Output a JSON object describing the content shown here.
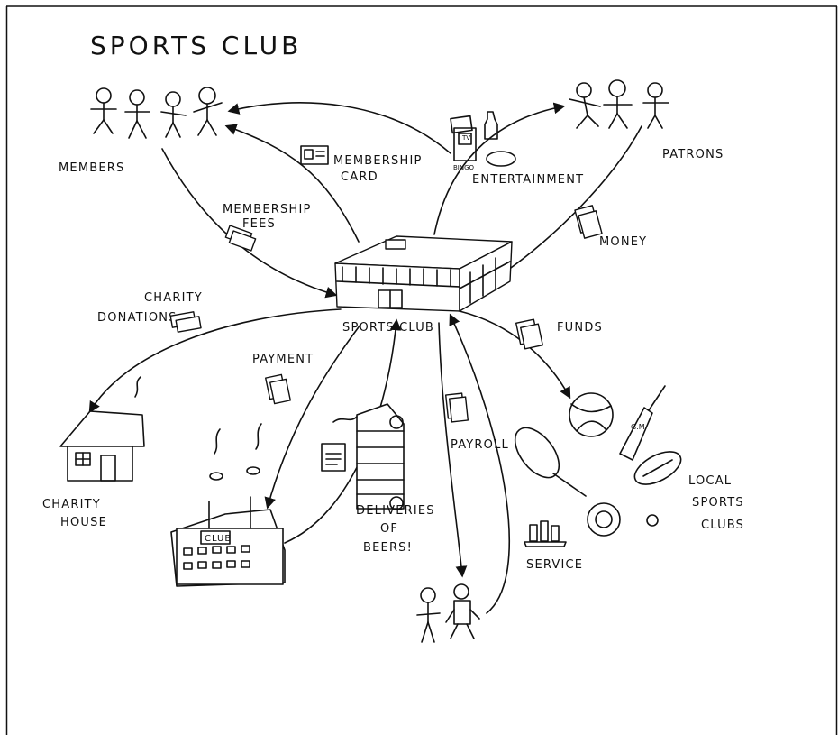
{
  "title": "SPORTS CLUB",
  "nodes": {
    "center": "SPORTS CLUB",
    "members": "MEMBERS",
    "patrons": "PATRONS",
    "charity_house": [
      "CHARITY",
      "HOUSE"
    ],
    "local_sports_clubs": [
      "LOCAL",
      "SPORTS",
      "CLUBS"
    ],
    "brewery_sign": "CLUB",
    "deliveries": [
      "DELIVERIES",
      "OF",
      "BEERS!"
    ]
  },
  "flows": {
    "membership_card": [
      "MEMBERSHIP",
      "CARD"
    ],
    "membership_fees": [
      "MEMBERSHIP",
      "FEES"
    ],
    "entertainment": "ENTERTAINMENT",
    "money": "MONEY",
    "charity_donations": [
      "CHARITY",
      "DONATIONS"
    ],
    "payment": "PAYMENT",
    "payroll": "PAYROLL",
    "funds": "FUNDS",
    "service": "SERVICE"
  },
  "icons": {
    "tv_sign": "TV",
    "bingo_sign": "BINGO",
    "cricket_bat_mark": "G.M",
    "note_symbol": "$"
  }
}
